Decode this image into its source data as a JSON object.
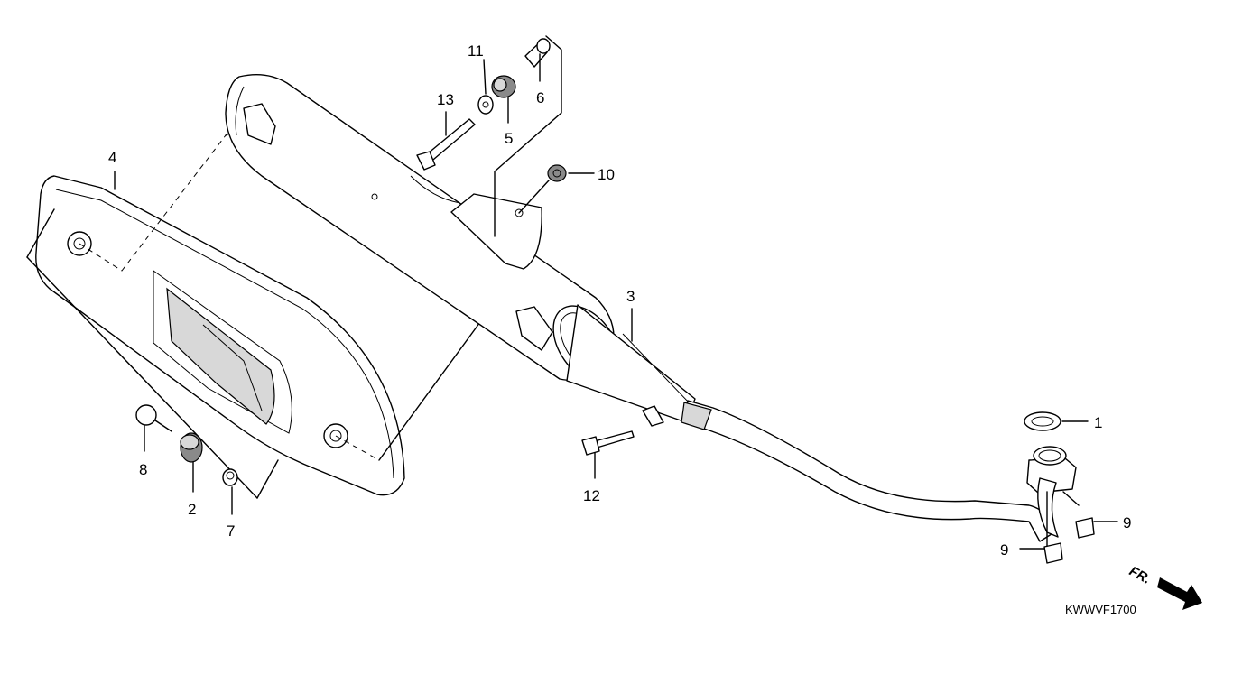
{
  "diagram": {
    "callouts": [
      "1",
      "2",
      "3",
      "4",
      "5",
      "6",
      "7",
      "8",
      "9",
      "9",
      "10",
      "11",
      "12",
      "13"
    ],
    "direction_marker": "FR.",
    "figure_code": "KWWVF1700"
  }
}
